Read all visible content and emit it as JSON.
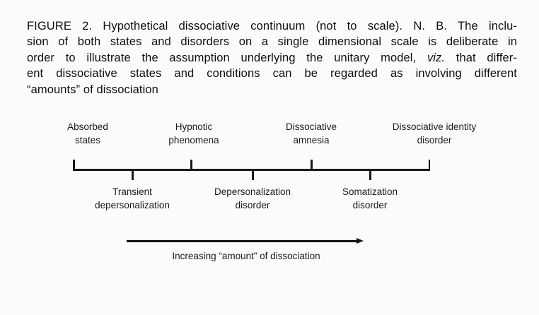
{
  "caption": {
    "line1": "FIGURE 2. Hypothetical dissociative continuum (not to scale). N. B. The inclu-",
    "line2": "sion of both states and disorders on a single dimensional scale is deliberate in",
    "line3_pre": "order to illustrate the assumption underlying the unitary model, ",
    "line3_italic": "viz.",
    "line3_post": " that differ-",
    "line4": "ent dissociative states and conditions can be regarded as involving different",
    "line5": "“amounts” of dissociation"
  },
  "continuum": {
    "top_labels": [
      "Absorbed\nstates",
      "Hypnotic\nphenomena",
      "Dissociative\namnesia",
      "Dissociative identity\ndisorder"
    ],
    "bottom_labels": [
      "Transient\ndepersonalization",
      "Depersonalization\ndisorder",
      "Somatization\ndisorder"
    ],
    "arrow_label": "Increasing “amount” of dissociation",
    "ink_color": "#1a1a1a",
    "background_color": "#fbfbf9"
  }
}
